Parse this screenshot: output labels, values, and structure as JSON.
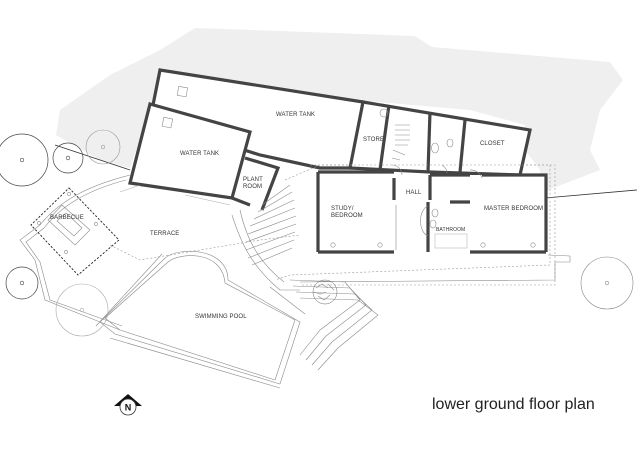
{
  "drawing": {
    "title": "lower ground floor plan",
    "north_arrow": {
      "label": "N",
      "icon": "north-arrow-icon"
    },
    "colors": {
      "terrain_fill": "#efefef",
      "wall": "#444444",
      "background": "#ffffff",
      "text": "#222222"
    }
  },
  "rooms": {
    "water_tank_upper": "WATER TANK",
    "water_tank_lower": "WATER TANK",
    "plant_room_line1": "PLANT",
    "plant_room_line2": "ROOM",
    "store": "STORE",
    "closet": "CLOSET",
    "hall": "HALL",
    "study_line1": "STUDY/",
    "study_line2": "BEDROOM",
    "master_bedroom": "MASTER BEDROOM",
    "bathroom": "BATHROOM"
  },
  "outdoor": {
    "barbecue": "BARBECUE",
    "terrace": "TERRACE",
    "swimming_pool": "SWIMMING POOL"
  }
}
